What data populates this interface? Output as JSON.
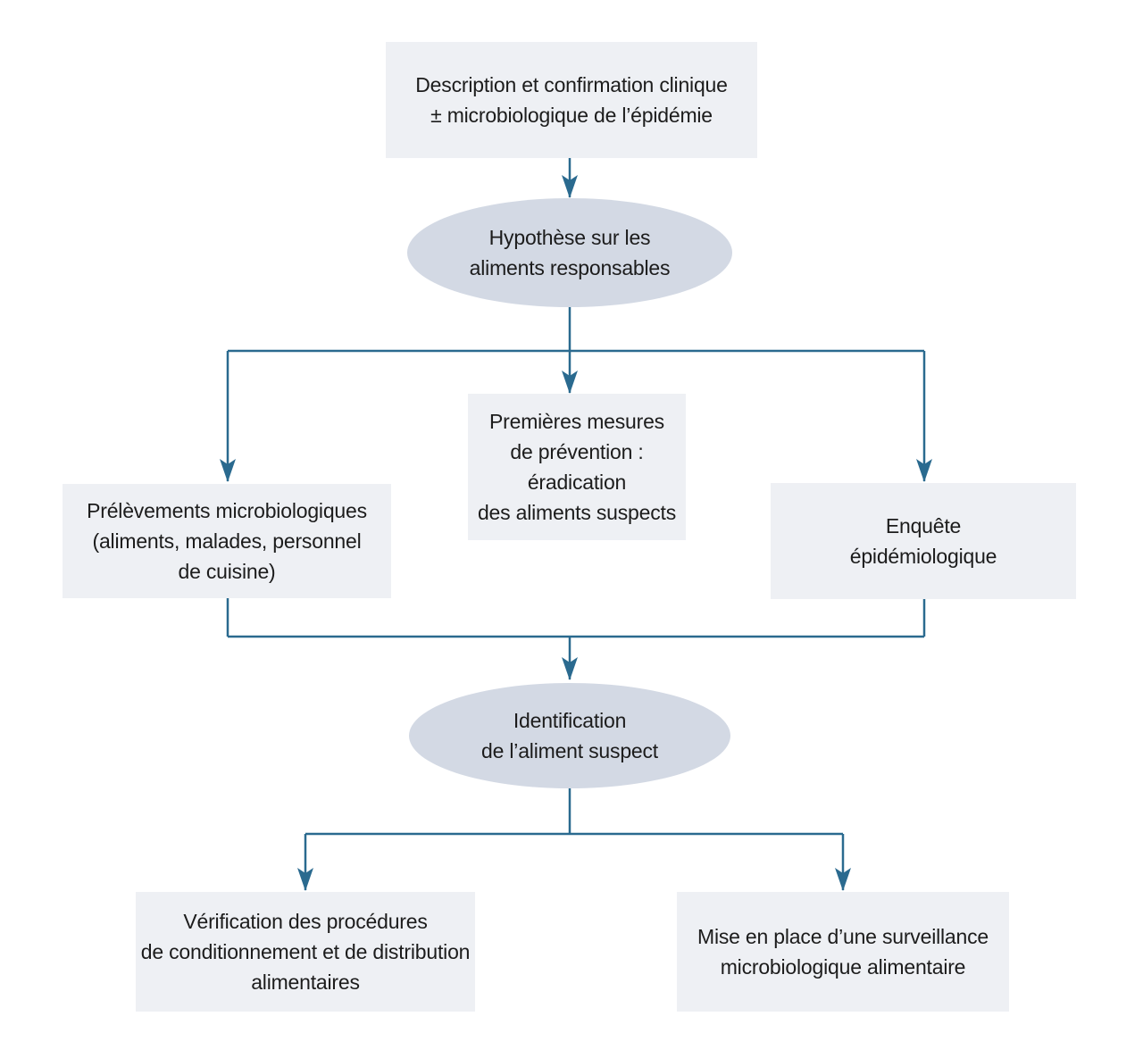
{
  "diagram": {
    "type": "flowchart",
    "language": "fr",
    "colors": {
      "background": "#ffffff",
      "rect_fill": "#eef0f4",
      "ellipse_fill": "#d3d9e4",
      "connector": "#2a6a8f",
      "text": "#1c1c1c"
    },
    "nodes": {
      "description": {
        "shape": "rect",
        "lines": [
          "Description et confirmation clinique",
          "± microbiologique de l’épidémie"
        ]
      },
      "hypothese": {
        "shape": "ellipse",
        "lines": [
          "Hypothèse sur les",
          "aliments responsables"
        ]
      },
      "premieres_mesures": {
        "shape": "rect",
        "lines": [
          "Premières mesures",
          "de prévention :",
          "éradication",
          "des aliments suspects"
        ]
      },
      "prelevements": {
        "shape": "rect",
        "lines": [
          "Prélèvements microbiologiques",
          "(aliments, malades, personnel",
          "de cuisine)"
        ]
      },
      "enquete": {
        "shape": "rect",
        "lines": [
          "Enquête",
          "épidémiologique"
        ]
      },
      "identification": {
        "shape": "ellipse",
        "lines": [
          "Identification",
          "de l’aliment suspect"
        ]
      },
      "verification": {
        "shape": "rect",
        "lines": [
          "Vérification des procédures",
          "de conditionnement et de distribution",
          "alimentaires"
        ]
      },
      "surveillance": {
        "shape": "rect",
        "lines": [
          "Mise en place d’une surveillance",
          "microbiologique alimentaire"
        ]
      }
    },
    "edges": [
      {
        "from": "description",
        "to": "hypothese"
      },
      {
        "from": "hypothese",
        "to": "prelevements"
      },
      {
        "from": "hypothese",
        "to": "premieres_mesures"
      },
      {
        "from": "hypothese",
        "to": "enquete"
      },
      {
        "from": "prelevements",
        "to": "identification"
      },
      {
        "from": "enquete",
        "to": "identification"
      },
      {
        "from": "identification",
        "to": "verification"
      },
      {
        "from": "identification",
        "to": "surveillance"
      }
    ]
  }
}
